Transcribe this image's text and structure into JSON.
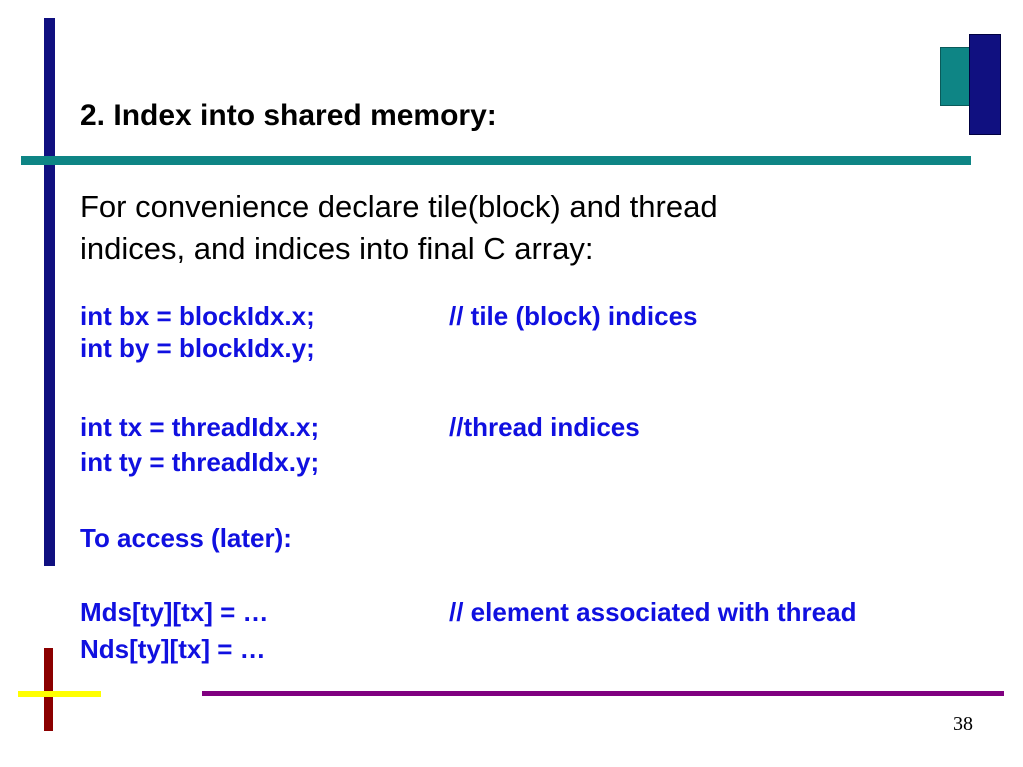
{
  "slide": {
    "title": "2. Index into shared memory:",
    "intro_lines": [
      "For convenience declare tile(block) and thread",
      "indices, and indices into final C array:"
    ],
    "code_rows": [
      {
        "code": "int bx = blockIdx.x;",
        "comment": "// tile (block) indices"
      },
      {
        "code": "int by = blockIdx.y;",
        "comment": ""
      },
      {
        "code": "int tx = threadIdx.x;",
        "comment": "//thread indices"
      },
      {
        "code": "int ty = threadIdx.y;",
        "comment": ""
      },
      {
        "code": "To access (later):",
        "comment": ""
      },
      {
        "code": "Mds[ty][tx] = …",
        "comment": "//  element associated with thread"
      },
      {
        "code": "Nds[ty][tx] = …",
        "comment": ""
      }
    ],
    "page_number": "38"
  },
  "colors": {
    "navy": "#101080",
    "teal": "#0e8585",
    "code_blue": "#1010e0",
    "red": "#8b0000",
    "yellow": "#ffff00",
    "purple": "#800080"
  }
}
